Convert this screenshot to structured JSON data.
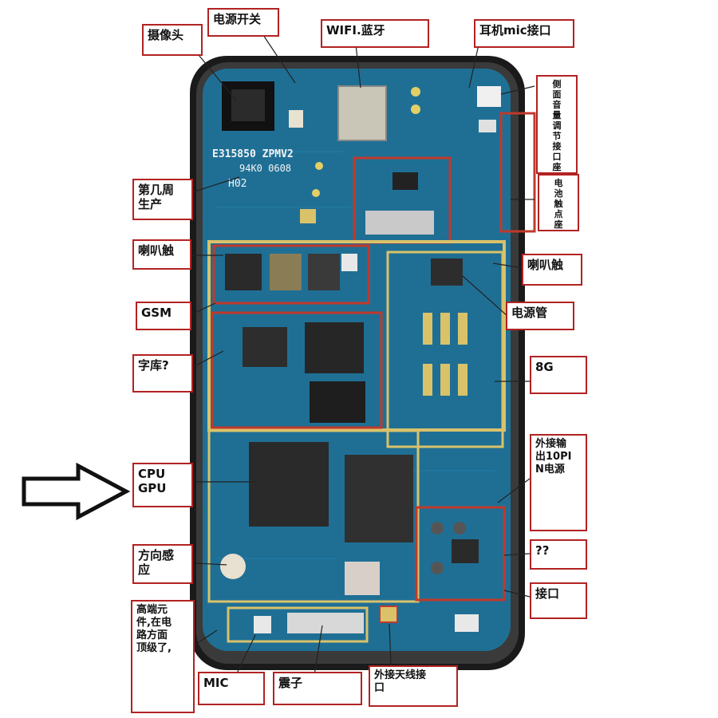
{
  "labels": {
    "camera": "摄像头",
    "power_switch": "电源开关",
    "wifi_bt": "WIFI.蓝牙",
    "headphone_mic": "耳机mic接口",
    "volume_side": "侧\n面\n音\n量\n调\n节\n接\n口\n座",
    "battery_contact": "电\n池\n触\n点\n座",
    "production_week": "第几周\n生产",
    "speaker_contact_left": "喇叭触",
    "speaker_contact_right": "喇叭触",
    "gsm": "GSM",
    "power_tube": "电源管",
    "font_lib": "字库?",
    "storage_8g": "8G",
    "cpu_gpu": "CPU\nGPU",
    "ext_output": "外接输\n出10PI\nN电源",
    "compass": "方向感\n应",
    "unknown": "??",
    "interface": "接口",
    "high_end": "高端元\n件,在电\n路方面\n顶级了,",
    "mic": "MIC",
    "vibrator": "震子",
    "ext_antenna": "外接天线接\n口"
  },
  "board_marks": {
    "serial": "E315850 ZPMV2",
    "code": "94K0 0608",
    "rev": "H02"
  },
  "colors": {
    "board": "#1f6f95",
    "frame": "#1a1a1a",
    "outline": "#c0392b",
    "gold": "#d9c26a"
  },
  "icons": [
    "arrow-right-icon"
  ]
}
